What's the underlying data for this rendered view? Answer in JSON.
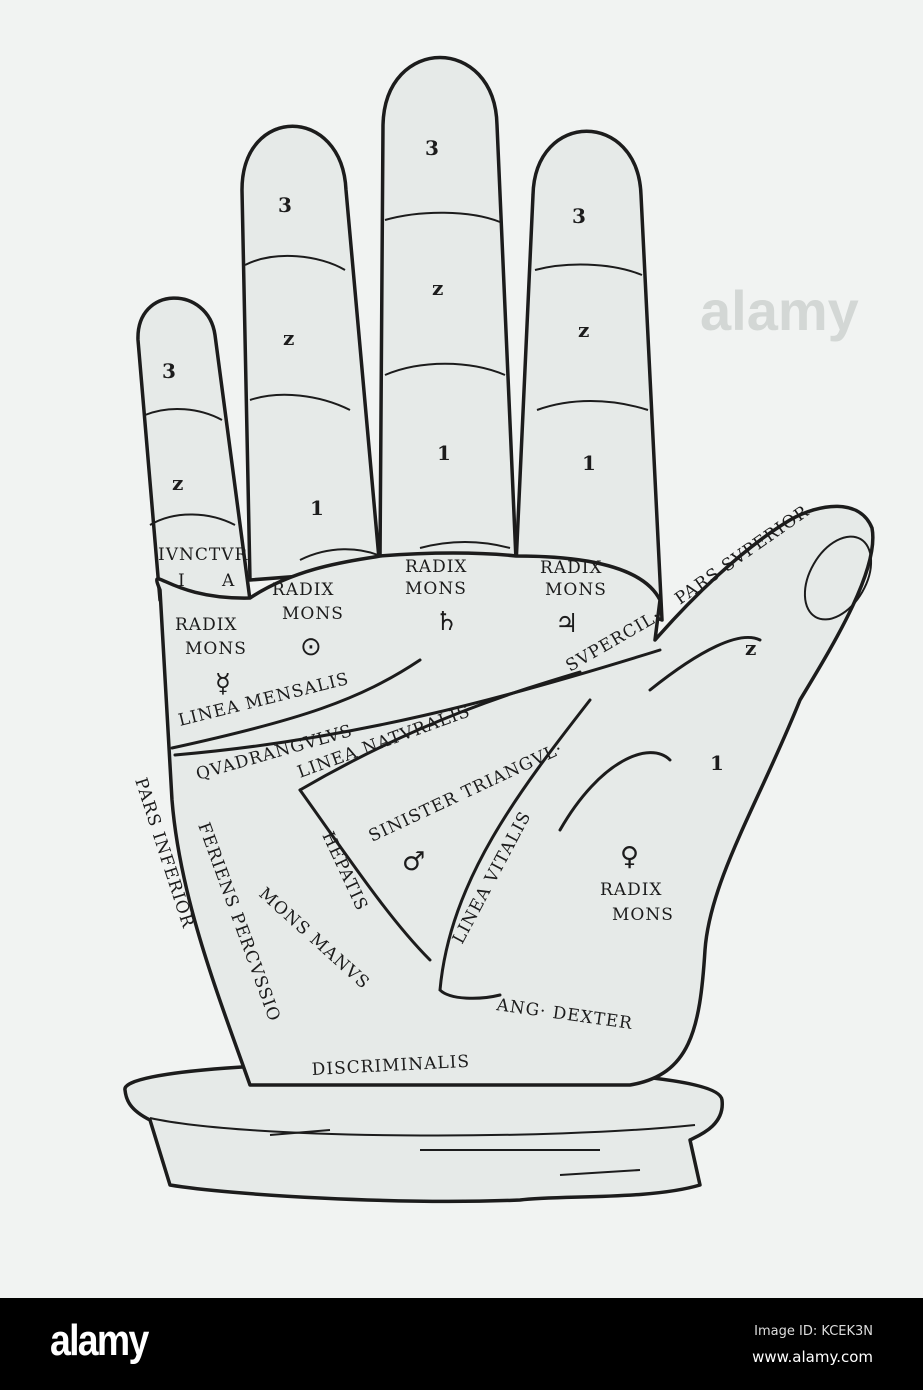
{
  "diagram": {
    "finger_numbers": {
      "little": [
        "3",
        "z"
      ],
      "ring": [
        "3",
        "z",
        "1"
      ],
      "middle": [
        "3",
        "z",
        "1"
      ],
      "index": [
        "3",
        "z",
        "1"
      ],
      "thumb": [
        "z",
        "1"
      ]
    },
    "labels": {
      "pars_superior": "PARS SVPERIOR",
      "pars_inferior": "PARS INFERIOR",
      "iunctura": "IVNCTVR",
      "iunctura_a": "A",
      "iunctura_i": "I",
      "radix": "RADIX",
      "mons": "MONS",
      "linea_mensalis": "LINEA MENSALIS",
      "quadrangulus": "QVADRANGVLVS",
      "linea_naturalis": "LINEA NATVRALIS",
      "sinister_triangul": "SINISTER TRIANGVL·",
      "supercil": "SVPERCIL·",
      "linea_vitalis": "LINEA VITALIS",
      "hepatis": "HEPATIS",
      "mons_manus": "MONS MANVS",
      "feriens_percussio": "FERIENS PERCVSSIO",
      "ang_dexter": "ANG· DEXTER",
      "discriminalis": "DISCRIMINALIS"
    },
    "symbols": {
      "mercury": "☿",
      "sun": "⊙",
      "saturn": "♄",
      "jupiter": "♃",
      "mars": "♂",
      "venus": "♀"
    }
  },
  "watermark": "alamy",
  "footer": {
    "logo": "alamy",
    "image_id": "Image ID: KCEK3N",
    "url": "www.alamy.com"
  }
}
